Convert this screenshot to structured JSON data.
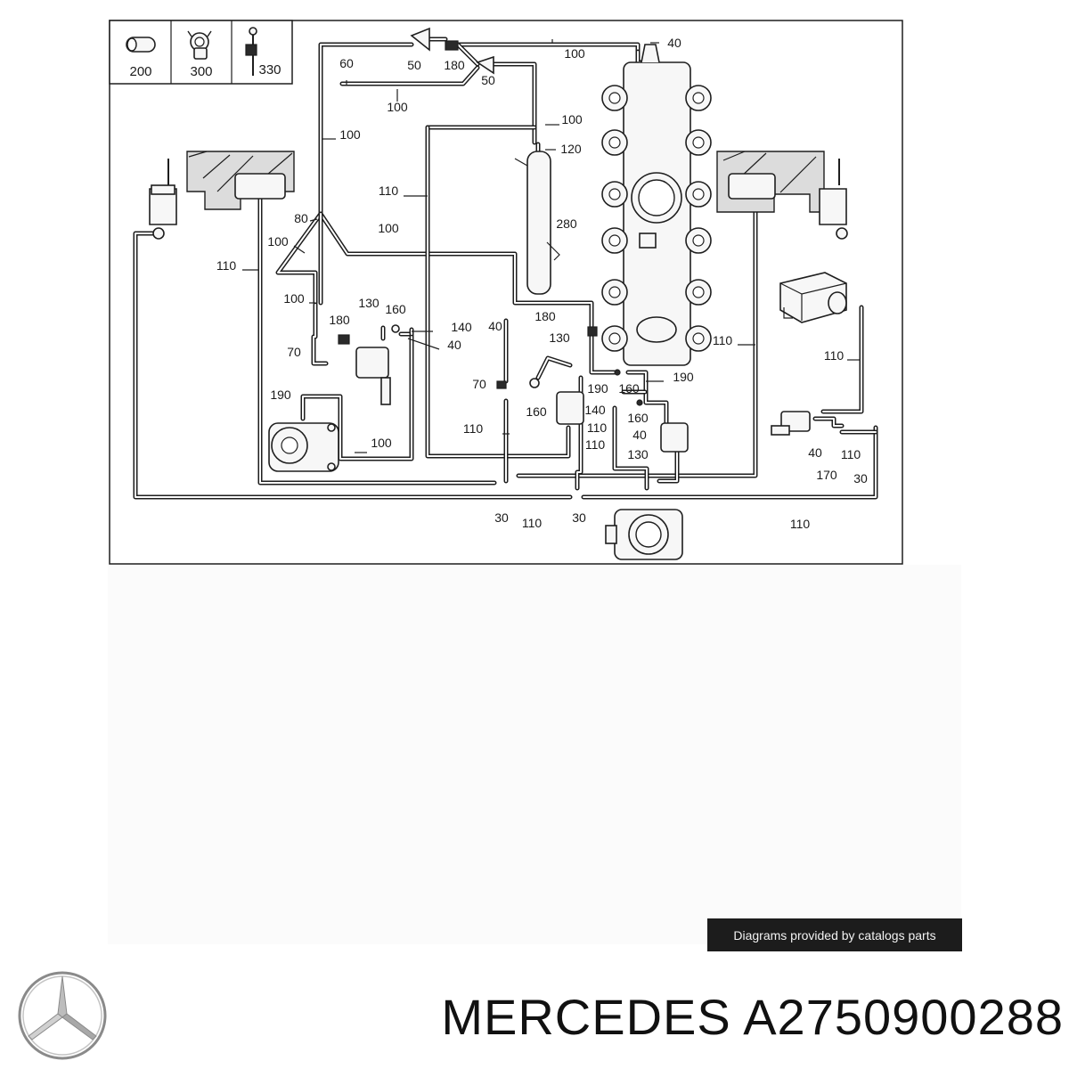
{
  "legend": [
    {
      "ref": "200",
      "icon": "hose-sleeve-icon"
    },
    {
      "ref": "300",
      "icon": "clamp-icon"
    },
    {
      "ref": "330",
      "icon": "cable-tie-icon"
    }
  ],
  "callouts": [
    "100",
    "40",
    "50",
    "180",
    "50",
    "60",
    "100",
    "100",
    "120",
    "100",
    "110",
    "280",
    "80",
    "100",
    "100",
    "110",
    "100",
    "130",
    "160",
    "140",
    "180",
    "40",
    "40",
    "70",
    "180",
    "130",
    "70",
    "190",
    "160",
    "190",
    "160",
    "190",
    "140",
    "160",
    "110",
    "40",
    "110",
    "130",
    "110",
    "110",
    "100",
    "110",
    "40",
    "170",
    "110",
    "30",
    "30",
    "110",
    "30",
    "110"
  ],
  "credit": "Diagrams provided by catalogs parts",
  "brand": "MERCEDES",
  "part_number": "A2750900288",
  "logo_icon": "three-pointed-star-icon"
}
